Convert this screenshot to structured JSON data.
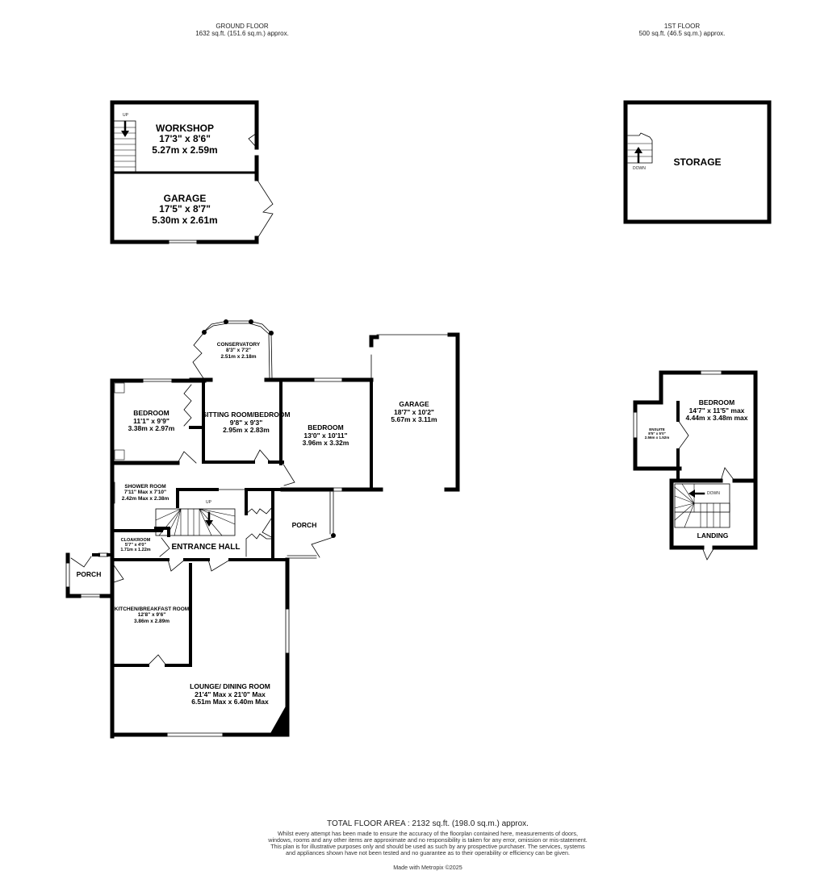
{
  "floors": {
    "ground": {
      "title": "GROUND FLOOR",
      "area": "1632 sq.ft. (151.6 sq.m.) approx."
    },
    "first": {
      "title": "1ST FLOOR",
      "area": "500 sq.ft. (46.5 sq.m.) approx."
    }
  },
  "outbuilding_ground": {
    "workshop": {
      "name": "WORKSHOP",
      "imperial": "17'3\"  x 8'6\"",
      "metric": "5.27m  x 2.59m"
    },
    "garage": {
      "name": "GARAGE",
      "imperial": "17'5\"  x 8'7\"",
      "metric": "5.30m  x 2.61m"
    },
    "stair_label": "UP"
  },
  "outbuilding_first": {
    "storage": {
      "name": "STORAGE"
    },
    "stair_label": "DOWN"
  },
  "house_ground": {
    "conservatory": {
      "name": "CONSERVATORY",
      "imperial": "8'3\"  x 7'2\"",
      "metric": "2.51m  x 2.18m"
    },
    "bedroom1": {
      "name": "BEDROOM",
      "imperial": "11'1\"  x 9'9\"",
      "metric": "3.38m  x 2.97m"
    },
    "sitting_room": {
      "name": "SITTING ROOM/BEDROOM",
      "imperial": "9'8\"  x 9'3\"",
      "metric": "2.95m  x 2.83m"
    },
    "bedroom2": {
      "name": "BEDROOM",
      "imperial": "13'0\"  x 10'11\"",
      "metric": "3.96m  x 3.32m"
    },
    "garage": {
      "name": "GARAGE",
      "imperial": "18'7\"  x 10'2\"",
      "metric": "5.67m  x 3.11m"
    },
    "shower_room": {
      "name": "SHOWER ROOM",
      "imperial": "7'11\" Max x 7'10\"",
      "metric": "2.42m Max x 2.38m"
    },
    "cloakroom": {
      "name": "CLOAKROOM",
      "imperial": "5'7\"  x 4'0\"",
      "metric": "1.71m  x 1.22m"
    },
    "entrance_hall": {
      "name": "ENTRANCE HALL"
    },
    "porch_front": {
      "name": "PORCH"
    },
    "porch_side": {
      "name": "PORCH"
    },
    "kitchen": {
      "name": "KITCHEN/BREAKFAST ROOM",
      "imperial": "12'8\"  x 9'6\"",
      "metric": "3.86m  x 2.89m"
    },
    "lounge": {
      "name": "LOUNGE/ DINING ROOM",
      "imperial": "21'4\" Max x 21'0\" Max",
      "metric": "6.51m Max x 6.40m Max"
    },
    "stair_label": "UP"
  },
  "house_first": {
    "bedroom": {
      "name": "BEDROOM",
      "imperial": "14'7\"  x 11'5\" max",
      "metric": "4.44m  x 3.48m max"
    },
    "ensuite": {
      "name": "ENSUITE",
      "imperial": "8'5\"  x 5'0\"",
      "metric": "2.56m  x 1.52m"
    },
    "landing": {
      "name": "LANDING"
    },
    "stair_label": "DOWN"
  },
  "footer": {
    "total": "TOTAL FLOOR AREA : 2132 sq.ft. (198.0 sq.m.) approx.",
    "disclaimer": "Whilst every attempt has been made to ensure the accuracy of the floorplan contained here, measurements of doors, windows, rooms and any other items are approximate and no responsibility is taken for any error, omission or mis-statement. This plan is for illustrative purposes only and should be used as such by any prospective purchaser. The services, systems and appliances shown have not been tested and no guarantee as to their operability or efficiency can be given.",
    "made_with": "Made with Metropix ©2025"
  }
}
